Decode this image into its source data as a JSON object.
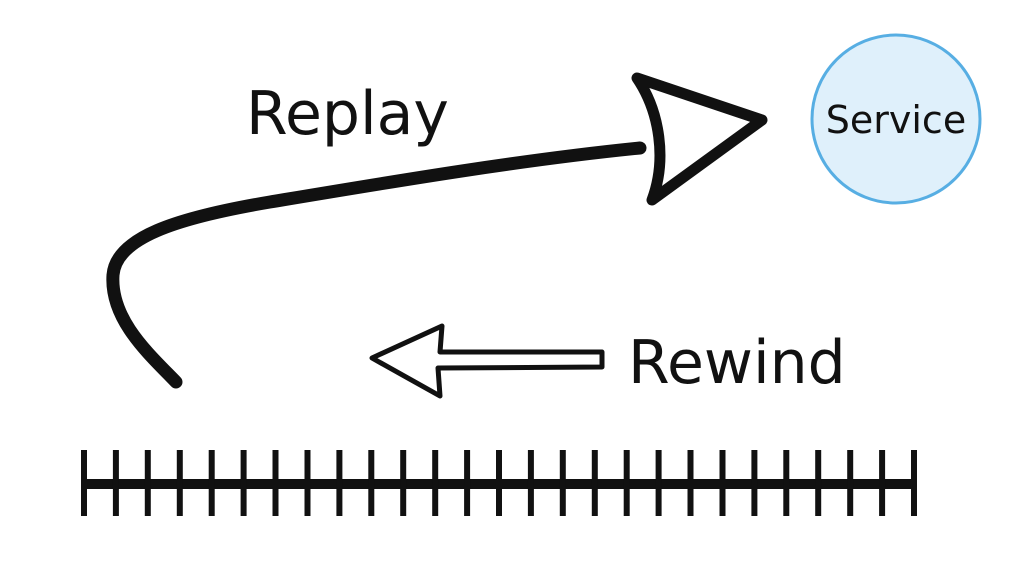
{
  "labels": {
    "replay": "Replay",
    "rewind": "Rewind",
    "service": "Service"
  },
  "timeline": {
    "tick_count": 27
  },
  "colors": {
    "stroke": "#111111",
    "service_fill": "#dff0fb",
    "service_stroke": "#57aee3",
    "background": "#ffffff"
  }
}
